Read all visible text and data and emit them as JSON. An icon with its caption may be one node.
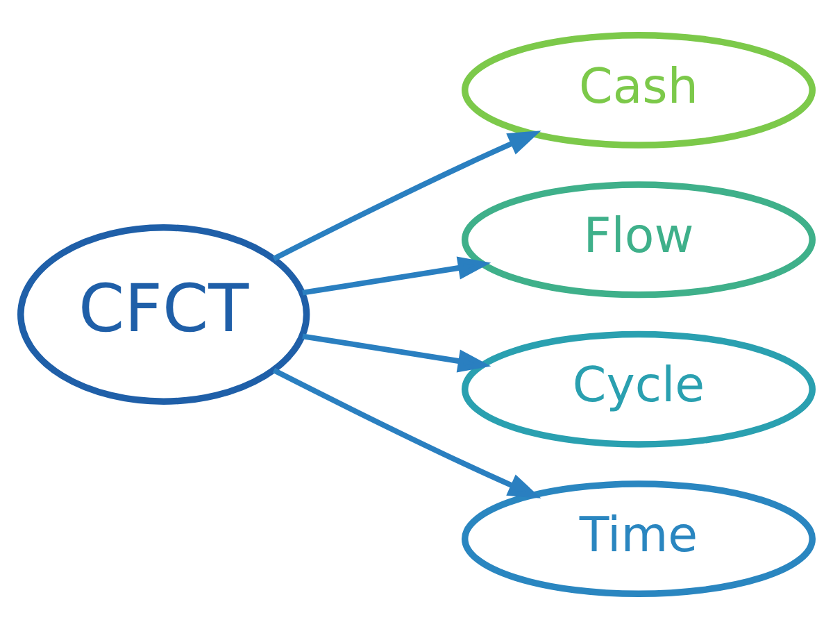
{
  "diagram": {
    "nodes": [
      {
        "text": [
          "CFCT"
        ]
      },
      {
        "text": [
          "Cash"
        ]
      },
      {
        "text": [
          "Flow"
        ]
      },
      {
        "text": [
          "Cycle"
        ]
      },
      {
        "text": [
          "Time"
        ]
      }
    ],
    "edges": [
      {
        "from": 0,
        "to": 1,
        "arrow": "to"
      },
      {
        "from": 0,
        "to": 2,
        "arrow": "to"
      },
      {
        "from": 0,
        "to": 3,
        "arrow": "to"
      },
      {
        "from": 0,
        "to": 4,
        "arrow": "to"
      }
    ]
  }
}
